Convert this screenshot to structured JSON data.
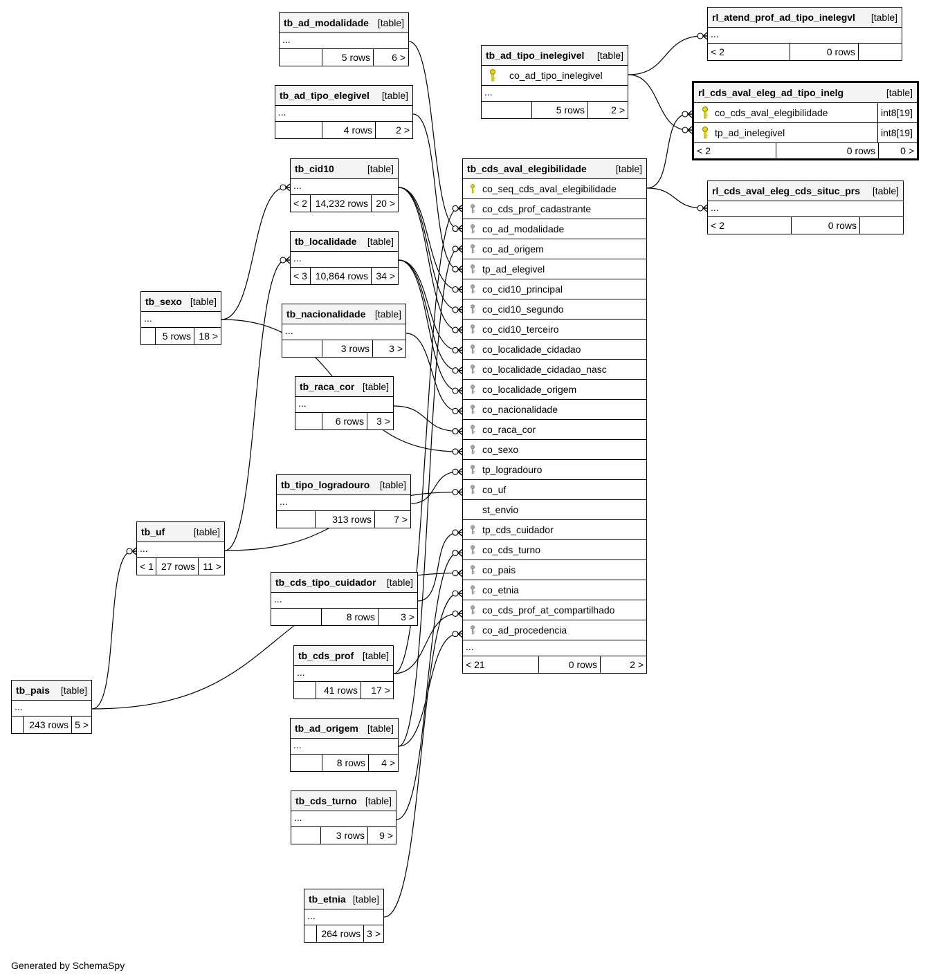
{
  "footer": "Generated by SchemaSpy",
  "type_tag": "[table]",
  "more": "...",
  "tables": {
    "tb_ad_modalidade": {
      "name": "tb_ad_modalidade",
      "parents": "",
      "rows": "5 rows",
      "children": "6 >"
    },
    "tb_ad_tipo_elegivel": {
      "name": "tb_ad_tipo_elegivel",
      "parents": "",
      "rows": "4 rows",
      "children": "2 >"
    },
    "tb_cid10": {
      "name": "tb_cid10",
      "parents": "< 2",
      "rows": "14,232 rows",
      "children": "20 >"
    },
    "tb_localidade": {
      "name": "tb_localidade",
      "parents": "< 3",
      "rows": "10,864 rows",
      "children": "34 >"
    },
    "tb_nacionalidade": {
      "name": "tb_nacionalidade",
      "parents": "",
      "rows": "3 rows",
      "children": "3 >"
    },
    "tb_raca_cor": {
      "name": "tb_raca_cor",
      "parents": "",
      "rows": "6 rows",
      "children": "3 >"
    },
    "tb_tipo_logradouro": {
      "name": "tb_tipo_logradouro",
      "parents": "",
      "rows": "313 rows",
      "children": "7 >"
    },
    "tb_cds_tipo_cuidador": {
      "name": "tb_cds_tipo_cuidador",
      "parents": "",
      "rows": "8 rows",
      "children": "3 >"
    },
    "tb_cds_prof": {
      "name": "tb_cds_prof",
      "parents": "",
      "rows": "41 rows",
      "children": "17 >"
    },
    "tb_ad_origem": {
      "name": "tb_ad_origem",
      "parents": "",
      "rows": "8 rows",
      "children": "4 >"
    },
    "tb_cds_turno": {
      "name": "tb_cds_turno",
      "parents": "",
      "rows": "3 rows",
      "children": "9 >"
    },
    "tb_etnia": {
      "name": "tb_etnia",
      "parents": "",
      "rows": "264 rows",
      "children": "3 >"
    },
    "tb_sexo": {
      "name": "tb_sexo",
      "parents": "",
      "rows": "5 rows",
      "children": "18 >"
    },
    "tb_uf": {
      "name": "tb_uf",
      "parents": "< 1",
      "rows": "27 rows",
      "children": "11 >"
    },
    "tb_pais": {
      "name": "tb_pais",
      "parents": "",
      "rows": "243 rows",
      "children": "5 >"
    },
    "tb_ad_tipo_inelegivel": {
      "name": "tb_ad_tipo_inelegivel",
      "parents": "",
      "rows": "5 rows",
      "children": "2 >",
      "columns": [
        "co_ad_tipo_inelegivel"
      ]
    },
    "rl_atend_prof_ad_tipo_inelegvl": {
      "name": "rl_atend_prof_ad_tipo_inelegvl",
      "parents": "< 2",
      "rows": "0 rows",
      "children": ""
    },
    "rl_cds_aval_eleg_ad_tipo_inelg": {
      "name": "rl_cds_aval_eleg_ad_tipo_inelg",
      "parents": "< 2",
      "rows": "0 rows",
      "children": "0 >",
      "columns": [
        {
          "name": "co_cds_aval_elegibilidade",
          "type": "int8[19]"
        },
        {
          "name": "tp_ad_inelegivel",
          "type": "int8[19]"
        }
      ]
    },
    "rl_cds_aval_eleg_cds_situc_prs": {
      "name": "rl_cds_aval_eleg_cds_situc_prs",
      "parents": "< 2",
      "rows": "0 rows",
      "children": ""
    },
    "tb_cds_aval_elegibilidade": {
      "name": "tb_cds_aval_elegibilidade",
      "parents": "< 21",
      "rows": "0 rows",
      "children": "2 >",
      "columns": [
        "co_seq_cds_aval_elegibilidade",
        "co_cds_prof_cadastrante",
        "co_ad_modalidade",
        "co_ad_origem",
        "tp_ad_elegivel",
        "co_cid10_principal",
        "co_cid10_segundo",
        "co_cid10_terceiro",
        "co_localidade_cidadao",
        "co_localidade_cidadao_nasc",
        "co_localidade_origem",
        "co_nacionalidade",
        "co_raca_cor",
        "co_sexo",
        "tp_logradouro",
        "co_uf",
        "st_envio",
        "tp_cds_cuidador",
        "co_cds_turno",
        "co_pais",
        "co_etnia",
        "co_cds_prof_at_compartilhado",
        "co_ad_procedencia"
      ]
    }
  },
  "colors": {
    "primary_key": "#e8d800",
    "foreign_key": "#a8a8a8",
    "header_bg": "#f4f4f4",
    "line": "#000000"
  }
}
